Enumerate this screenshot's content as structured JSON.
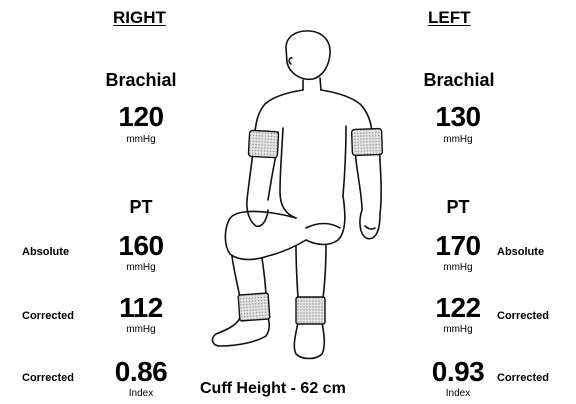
{
  "right": {
    "title": "RIGHT",
    "brachial": {
      "label": "Brachial",
      "value": "120",
      "unit": "mmHg"
    },
    "pt": {
      "label": "PT",
      "absolute": {
        "label": "Absolute",
        "value": "160",
        "unit": "mmHg"
      },
      "corrected": {
        "label": "Corrected",
        "value": "112",
        "unit": "mmHg"
      },
      "index": {
        "label": "Corrected",
        "value": "0.86",
        "unit": "Index"
      }
    }
  },
  "left": {
    "title": "LEFT",
    "brachial": {
      "label": "Brachial",
      "value": "130",
      "unit": "mmHg"
    },
    "pt": {
      "label": "PT",
      "absolute": {
        "label": "Absolute",
        "value": "170",
        "unit": "mmHg"
      },
      "corrected": {
        "label": "Corrected",
        "value": "122",
        "unit": "mmHg"
      },
      "index": {
        "label": "Corrected",
        "value": "0.93",
        "unit": "Index"
      }
    }
  },
  "cuff_height": "Cuff Height - 62 cm",
  "figure": {
    "icon": "seated-person-figure",
    "cuff_fill": "#cfcfcf",
    "line_color": "#111111"
  }
}
